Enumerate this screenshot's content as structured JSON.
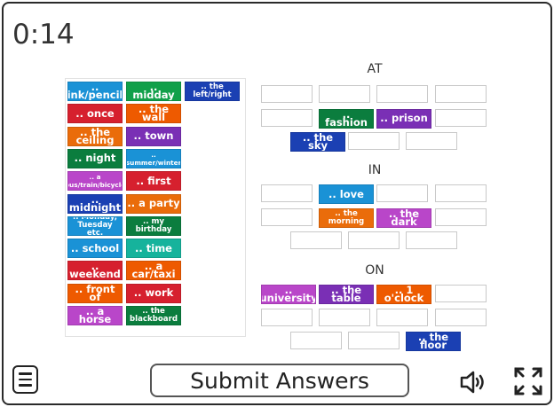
{
  "timer": "0:14",
  "colors": {
    "blue": "#1a92d6",
    "green": "#11a04a",
    "navy": "#1b40b3",
    "red": "#d6202e",
    "orange": "#ee5a00",
    "dark_orange": "#ea6c0a",
    "purple": "#7a2fb5",
    "teal": "#16b39c",
    "violet": "#b946c9",
    "dark_green": "#0b7d3e"
  },
  "bank": [
    {
      "text": ".. ink/pencil",
      "color": "blue"
    },
    {
      "text": ".. midday",
      "color": "green"
    },
    {
      "text": ".. the\nleft/right",
      "color": "navy",
      "size": "sm"
    },
    {
      "text": ".. once",
      "color": "red"
    },
    {
      "text": ".. the wall",
      "color": "orange"
    },
    {
      "text": ".. the ceiling",
      "color": "dark_orange"
    },
    {
      "text": ".. town",
      "color": "purple"
    },
    {
      "text": ".. night",
      "color": "dark_green"
    },
    {
      "text": "..\nsummer/winter",
      "color": "blue",
      "size": "xs"
    },
    {
      "text": ".. a\nbus/train/bicycle",
      "color": "violet",
      "size": "xs"
    },
    {
      "text": ".. first",
      "color": "red"
    },
    {
      "text": ".. midnight",
      "color": "navy"
    },
    {
      "text": ".. a party",
      "color": "dark_orange"
    },
    {
      "text": ".. Monday,\nTuesday etc.",
      "color": "blue",
      "size": "sm"
    },
    {
      "text": ".. my\nbirthday",
      "color": "dark_green",
      "size": "sm"
    },
    {
      "text": ".. school",
      "color": "blue"
    },
    {
      "text": ".. time",
      "color": "teal"
    },
    {
      "text": ".. weekend",
      "color": "red"
    },
    {
      "text": ".. a car/taxi",
      "color": "orange"
    },
    {
      "text": ".. front of",
      "color": "orange"
    },
    {
      "text": ".. work",
      "color": "red"
    },
    {
      "text": ".. a horse",
      "color": "violet"
    },
    {
      "text": ".. the\nblackboard",
      "color": "dark_green",
      "size": "sm"
    }
  ],
  "categories": [
    {
      "label": "AT",
      "placed": [
        {
          "text": ".. fashion",
          "color": "dark_green"
        },
        {
          "text": ".. prison",
          "color": "purple"
        },
        {
          "text": ".. the sky",
          "color": "navy"
        }
      ]
    },
    {
      "label": "IN",
      "placed": [
        {
          "text": ".. love",
          "color": "blue"
        },
        {
          "text": ".. the\nmorning",
          "color": "dark_orange",
          "size": "sm"
        },
        {
          "text": ".. the dark",
          "color": "violet"
        }
      ]
    },
    {
      "label": "ON",
      "placed": [
        {
          "text": ".. university",
          "color": "violet"
        },
        {
          "text": ".. the table",
          "color": "purple"
        },
        {
          "text": ".. 1 o'clock",
          "color": "orange"
        },
        {
          "text": ".. the floor",
          "color": "navy"
        }
      ]
    }
  ],
  "submit_label": "Submit Answers",
  "icons": {
    "menu": "menu-icon",
    "sound": "speaker-icon",
    "fullscreen": "fullscreen-icon"
  }
}
